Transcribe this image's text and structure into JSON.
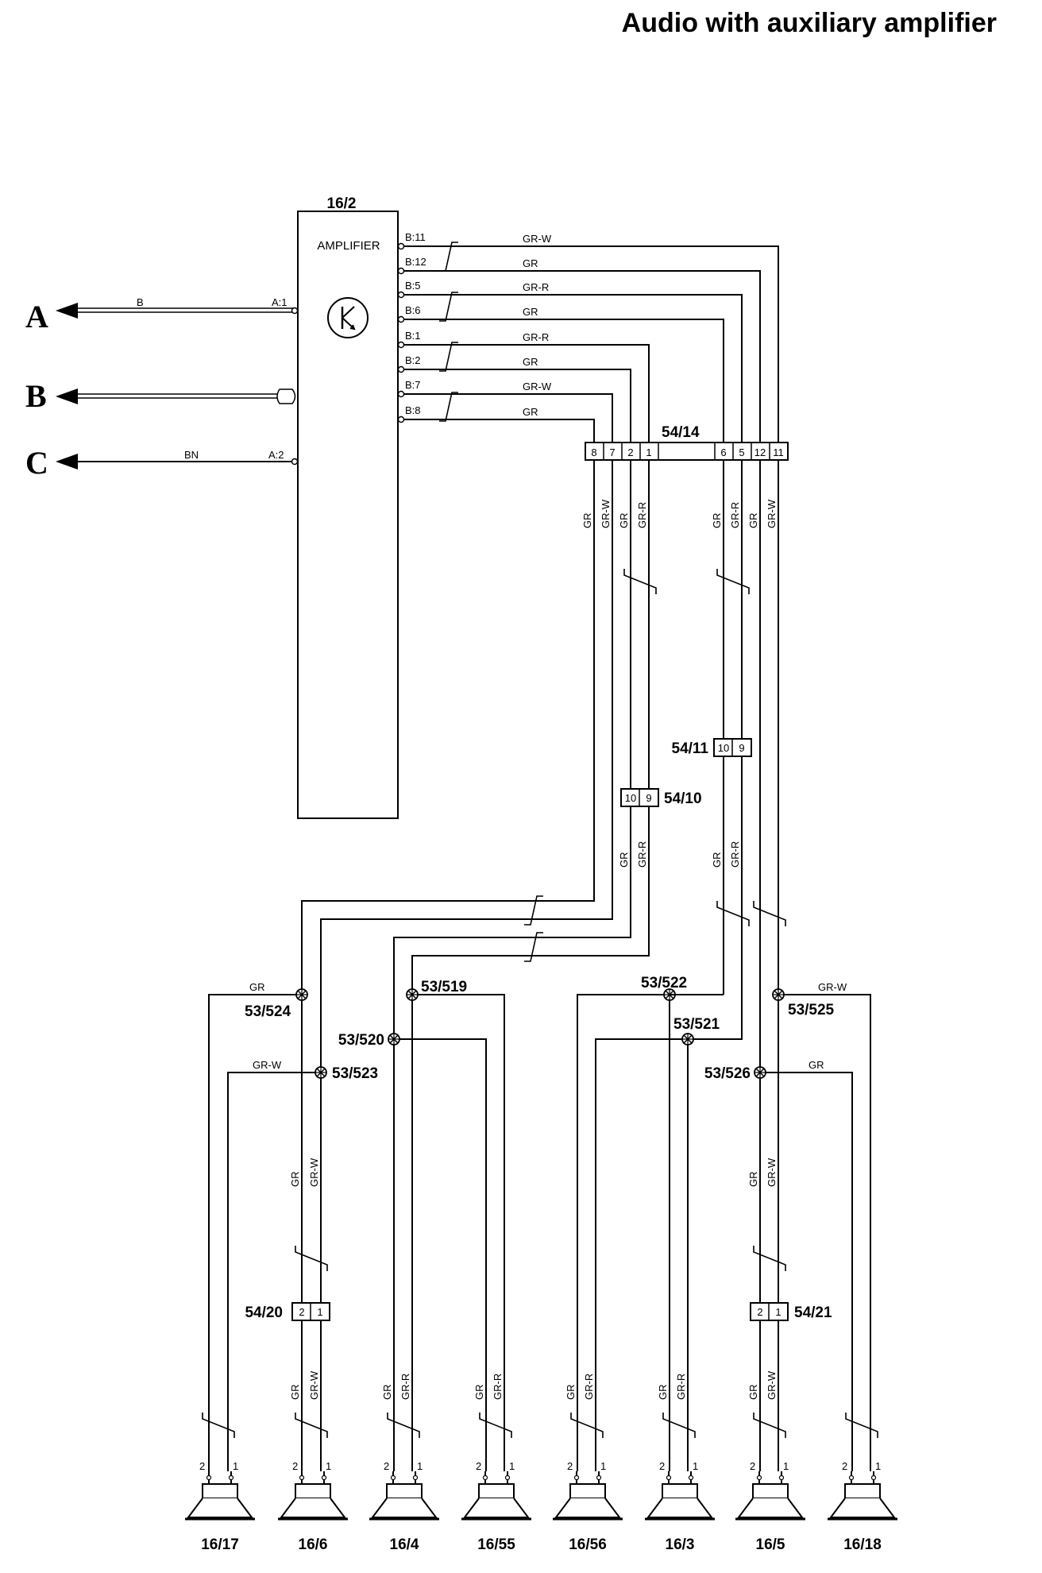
{
  "title": "Audio with auxiliary amplifier",
  "amplifier": {
    "ref": "16/2",
    "name": "AMPLIFIER",
    "outputs": [
      "B:11",
      "B:12",
      "B:5",
      "B:6",
      "B:1",
      "B:2",
      "B:7",
      "B:8"
    ],
    "output_colors": [
      "GR-W",
      "GR",
      "GR-R",
      "GR",
      "GR-R",
      "GR",
      "GR-W",
      "GR"
    ],
    "inputs": [
      {
        "letter": "A",
        "pin": "A:1",
        "wire": "B"
      },
      {
        "letter": "B",
        "pin": "",
        "wire": ""
      },
      {
        "letter": "C",
        "pin": "A:2",
        "wire": "BN"
      }
    ]
  },
  "connector_54_14": {
    "ref": "54/14",
    "pins": [
      "8",
      "7",
      "2",
      "1",
      "6",
      "5",
      "12",
      "11"
    ],
    "wire_colors": [
      "GR",
      "GR-W",
      "GR",
      "GR-R",
      "GR",
      "GR-R",
      "GR",
      "GR-W"
    ]
  },
  "connector_54_10": {
    "ref": "54/10",
    "pins": [
      "10",
      "9"
    ],
    "wire_colors": [
      "GR",
      "GR-R"
    ]
  },
  "connector_54_11": {
    "ref": "54/11",
    "pins": [
      "10",
      "9"
    ],
    "wire_colors": [
      "GR",
      "GR-R"
    ]
  },
  "connector_54_20": {
    "ref": "54/20",
    "pins": [
      "2",
      "1"
    ],
    "wire_colors": [
      "GR",
      "GR-W"
    ]
  },
  "connector_54_21": {
    "ref": "54/21",
    "pins": [
      "2",
      "1"
    ],
    "wire_colors": [
      "GR",
      "GR-W"
    ]
  },
  "splices": {
    "s524": {
      "ref": "53/524",
      "wire": "GR"
    },
    "s523": {
      "ref": "53/523",
      "wire": "GR-W"
    },
    "s519": {
      "ref": "53/519"
    },
    "s520": {
      "ref": "53/520"
    },
    "s522": {
      "ref": "53/522"
    },
    "s521": {
      "ref": "53/521"
    },
    "s525": {
      "ref": "53/525",
      "wire": "GR-W"
    },
    "s526": {
      "ref": "53/526",
      "wire": "GR"
    }
  },
  "speakers": [
    {
      "ref": "16/17",
      "pins": [
        "2",
        "1"
      ],
      "wires": []
    },
    {
      "ref": "16/6",
      "pins": [
        "2",
        "1"
      ],
      "wires": [
        "GR",
        "GR-W"
      ]
    },
    {
      "ref": "16/4",
      "pins": [
        "2",
        "1"
      ],
      "wires": [
        "GR",
        "GR-R"
      ]
    },
    {
      "ref": "16/55",
      "pins": [
        "2",
        "1"
      ],
      "wires": [
        "GR",
        "GR-R"
      ]
    },
    {
      "ref": "16/56",
      "pins": [
        "2",
        "1"
      ],
      "wires": [
        "GR",
        "GR-R"
      ]
    },
    {
      "ref": "16/3",
      "pins": [
        "2",
        "1"
      ],
      "wires": [
        "GR",
        "GR-R"
      ]
    },
    {
      "ref": "16/5",
      "pins": [
        "2",
        "1"
      ],
      "wires": [
        "GR",
        "GR-W"
      ]
    },
    {
      "ref": "16/18",
      "pins": [
        "2",
        "1"
      ],
      "wires": []
    }
  ],
  "vertical_labels": {
    "upper": [
      "GR",
      "GR-W",
      "GR",
      "GR-R",
      "GR",
      "GR-R",
      "GR",
      "GR-W"
    ],
    "mid_left": [
      "GR",
      "GR-R"
    ],
    "mid_right": [
      "GR",
      "GR-R"
    ],
    "lower_left": [
      "GR",
      "GR-W"
    ],
    "lower_right": [
      "GR",
      "GR-W"
    ]
  }
}
